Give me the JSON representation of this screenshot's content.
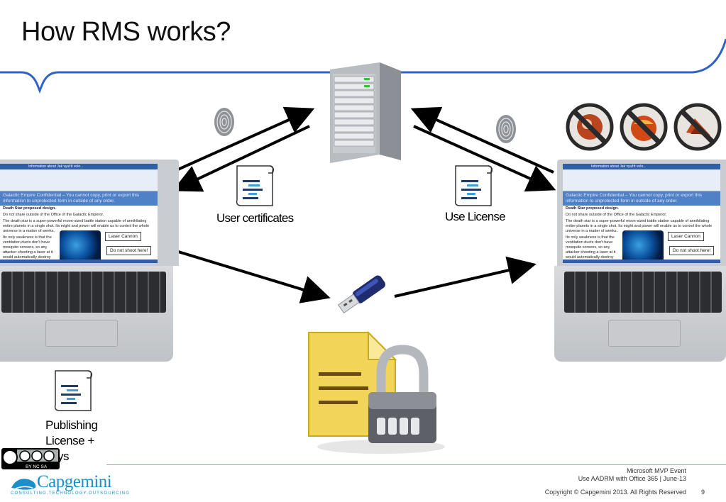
{
  "title": "How RMS works?",
  "labels": {
    "user_certificates": "User certificates",
    "use_license": "Use License",
    "publishing_line1": "Publishing",
    "publishing_line2": "License +",
    "publishing_line3": "keys"
  },
  "laptop_screen": {
    "window_title": "Information about Jak využít voln...",
    "banner": "Galactic Empire Confidential – You cannot copy, print or export this information to unprotected form in outside of any order.",
    "heading": "Death Star proposed design.",
    "line1": "Do not share outside of the Office of the Galactic Emperor.",
    "line2": "The death star is a super-powerful moon-sized battle station capable of annihilating entire planets in a single shot. Its might and power will enable us to control the whole universe in a matter of weeks.",
    "line3": "Its only weakness is that the ventilation ducts don't have mosquito screens, so any attacker shooting a laser at it would automatically destroy the whole station. But we don't think this will be an issue",
    "callout_laser": "Laser Cannon",
    "callout_noshoot": "Do not shoot here!"
  },
  "icons": {
    "server": "server-icon",
    "usb": "usb-drive-icon",
    "locked_document": "locked-document-icon",
    "fingerprint": "fingerprint-icon",
    "no_print": "no-print-icon",
    "no_copy": "no-copy-icon",
    "no_forward": "no-forward-icon",
    "certificate": "certificate-icon"
  },
  "colors": {
    "accent_blue": "#2f63c9",
    "arrow": "#000000",
    "logo_blue": "#1a8fc9"
  },
  "footer": {
    "event_line1": "Microsoft MVP Event",
    "event_line2": "Use AADRM with Office 365 | June-13",
    "copyright": "Copyright © Capgemini 2013. All Rights Reserved",
    "page_number": "9",
    "cc_label": "BY NC SA",
    "logo_word": "Capgemini",
    "logo_tagline": "CONSULTING.TECHNOLOGY.OUTSOURCING"
  }
}
